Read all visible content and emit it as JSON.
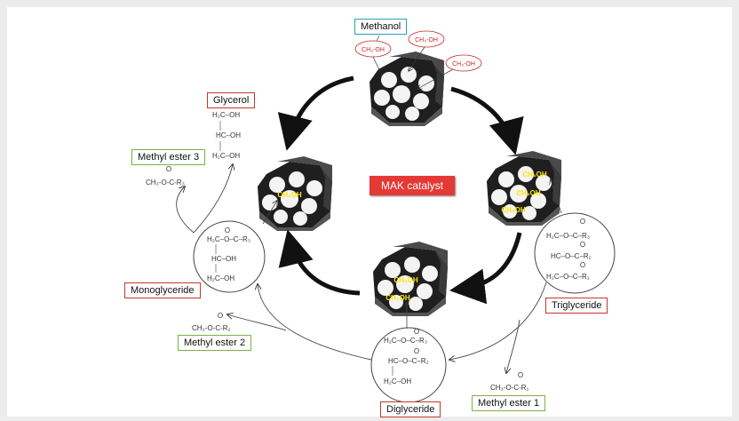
{
  "diagram": {
    "center_label": "MAK catalyst",
    "methanol": {
      "label": "Methanol",
      "molecules": [
        "CH₃-OH",
        "CH₃-OH",
        "CH₃-OH"
      ]
    },
    "glycerol": {
      "label": "Glycerol",
      "formula_lines": [
        "H₂C–OH",
        "HC–OH",
        "H₂C–OH"
      ]
    },
    "monoglyceride": {
      "label": "Monoglyceride",
      "formula_lines": [
        "H₂C–O–C–R₃",
        "HC–OH",
        "H₂C–OH"
      ]
    },
    "diglyceride": {
      "label": "Diglyceride",
      "formula_lines": [
        "H₂C–O–C–R₃",
        "HC–O–C–R₂",
        "H₂C–OH"
      ]
    },
    "triglyceride": {
      "label": "Triglyceride",
      "formula_lines": [
        "H₂C–O–C–R₃",
        "HC–O–C–R₂",
        "H₂C–O–C–R₁"
      ]
    },
    "methyl_ester_1": {
      "label": "Methyl ester 1",
      "formula": "CH₃-O-C-R₁"
    },
    "methyl_ester_2": {
      "label": "Methyl ester 2",
      "formula": "CH₃-O-C-R₂"
    },
    "methyl_ester_3": {
      "label": "Methyl ester 3",
      "formula": "CH₃-O-C-R₃"
    },
    "catalyst_labels": {
      "right": [
        "CH₃OH",
        "CH₃OH",
        "CH₃OH"
      ],
      "bottom": [
        "CH₃OH",
        "CH₃OH"
      ],
      "left": [
        "CH₃OH"
      ]
    },
    "carbonyl_o": "O",
    "colors": {
      "background": "#ececec",
      "catalyst_box": "#e53935",
      "red_border": "#c0392b",
      "green_border": "#7bb04a",
      "teal_border": "#27a3b5",
      "catalyst_text": "#ffe600"
    }
  }
}
